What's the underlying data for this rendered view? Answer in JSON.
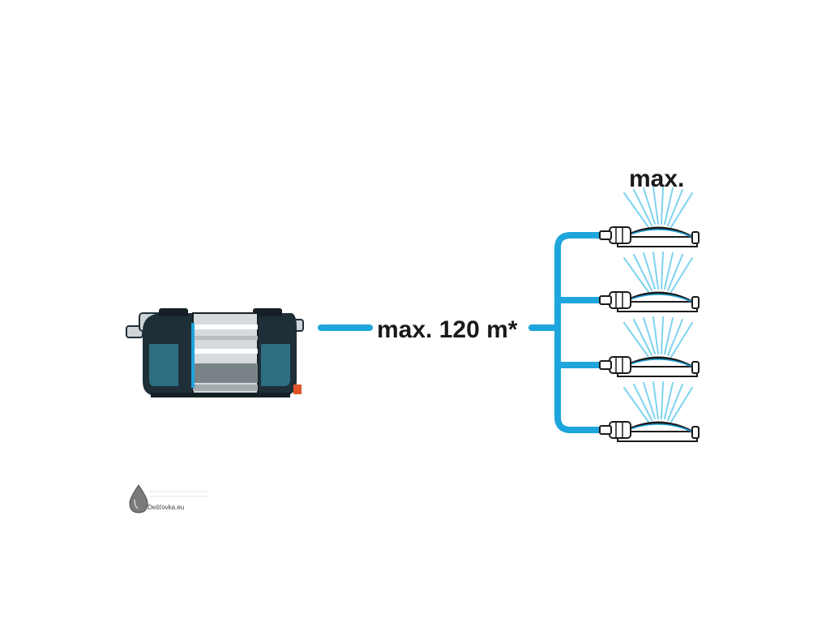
{
  "diagram": {
    "distance_label": "max. 120 m*",
    "sprinkler_group_label": "max.",
    "sprinkler_count": 4
  },
  "watermark": {
    "site": "Dešťovka.eu"
  },
  "colors": {
    "water_line": "#1ea5dc",
    "spray": "#7ed3ef",
    "pump_body": "#1f2f38",
    "pump_dark": "#142026",
    "pump_teal": "#2d6f80",
    "pump_metal": "#d6dadc",
    "pump_accent": "#e0552a",
    "text": "#1a1a1a"
  },
  "icons": {
    "pump": "garden-pump-icon",
    "sprinkler": "oscillating-sprinkler-icon",
    "drop": "water-drop-icon"
  }
}
